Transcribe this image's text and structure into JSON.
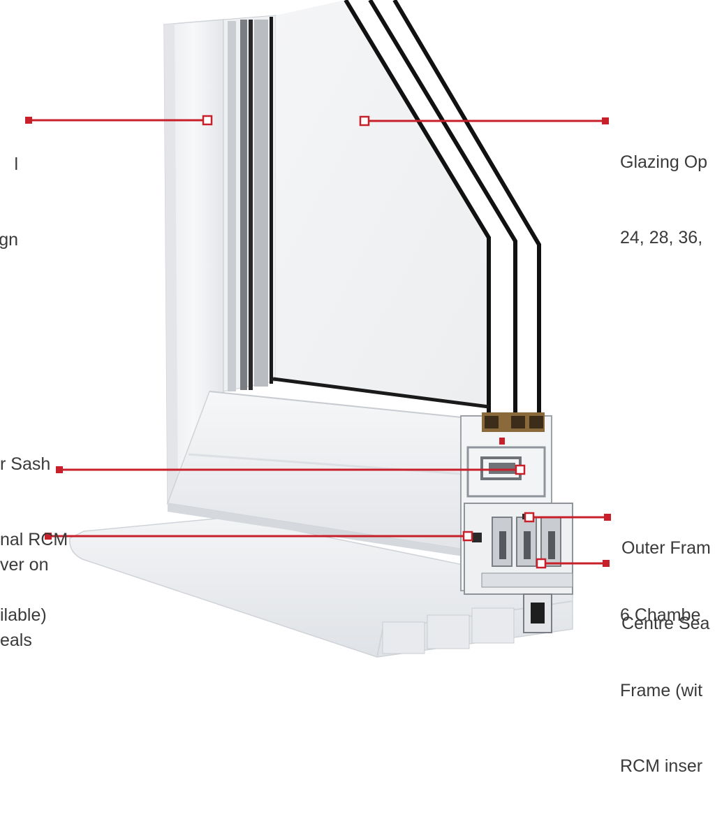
{
  "colors": {
    "leader": "#c8202a",
    "text": "#3a3a3a",
    "glass_edge": "#111111",
    "frame_face": "#f1f2f4",
    "frame_shadow": "#d6d9de"
  },
  "callouts": [
    {
      "id": "left-top",
      "lines": [
        "l",
        "gn"
      ]
    },
    {
      "id": "glazing",
      "lines": [
        "Glazing Op",
        "24, 28, 36,"
      ]
    },
    {
      "id": "sash",
      "lines": [
        "r Sash",
        "nal RCM",
        "ilable)"
      ]
    },
    {
      "id": "seals",
      "lines": [
        "ver on",
        "eals"
      ]
    },
    {
      "id": "centre-seal",
      "lines": [
        "Outer Fram",
        "Centre Sea"
      ]
    },
    {
      "id": "chamber",
      "lines": [
        "6 Chambe",
        "Frame (wit",
        "RCM inser"
      ]
    }
  ]
}
